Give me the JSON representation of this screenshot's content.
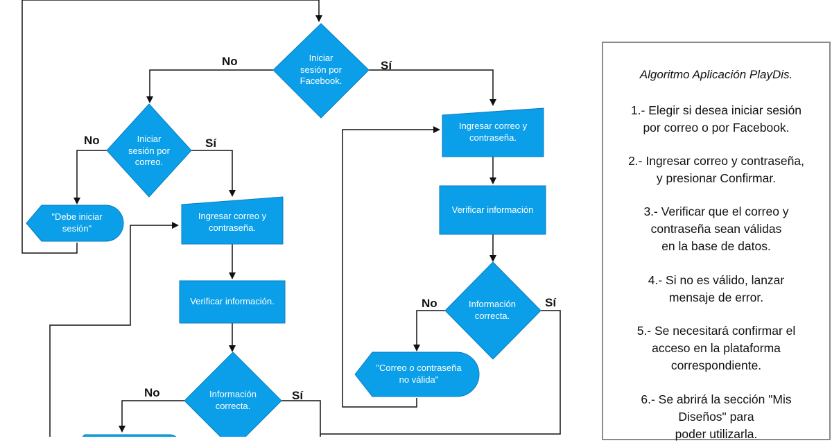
{
  "diagram": {
    "decisions": {
      "facebook": "Iniciar\nsesión por\nFacebook.",
      "correo": "Iniciar\nsesión por\ncorreo.",
      "info_left": "Información\ncorrecta.",
      "info_right": "Información\ncorrecta."
    },
    "inputs": {
      "left": "Ingresar correo y\ncontraseña.",
      "right": "Ingresar correo y\ncontraseña."
    },
    "processes": {
      "left": "Verificar información.",
      "right": "Verificar información"
    },
    "displays": {
      "debe_iniciar": "\"Debe iniciar\nsesión\"",
      "correo_no_valida": "\"Correo o contraseña\nno válida\""
    },
    "branch_labels": {
      "no": "No",
      "si": "Sí"
    }
  },
  "notes": {
    "title": "Algoritmo Aplicación PlayDis.",
    "steps": [
      "1.- Elegir si desea iniciar sesión\npor correo o por Facebook.",
      "2.- Ingresar correo y contraseña,\ny presionar Confirmar.",
      "3.- Verificar que el correo y\ncontraseña sean válidas\nen la base de datos.",
      "4.- Si no es válido, lanzar\nmensaje de error.",
      "5.- Se necesitará confirmar el\nacceso en la plataforma\ncorrespondiente.",
      "6.- Se abrirá la sección \"Mis\nDiseños\" para\npoder utilizarla."
    ]
  },
  "colors": {
    "shape_fill": "#0a9fe8",
    "line": "#111111",
    "notes_border": "#8a8a8a"
  }
}
